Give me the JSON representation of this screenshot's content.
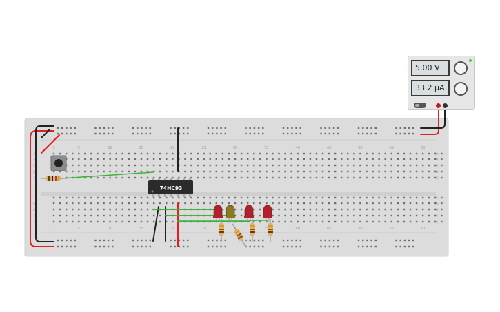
{
  "power_supply": {
    "voltage_display": "5.00 V",
    "current_display": "33.2 µA",
    "indicator_color": "#3bd13b",
    "positive_terminal_color": "#c81c1c",
    "negative_terminal_color": "#333333"
  },
  "breadboard": {
    "column_numbers": [
      "1",
      "5",
      "10",
      "15",
      "20",
      "25",
      "30",
      "35",
      "40",
      "45",
      "50",
      "55",
      "60"
    ],
    "row_letters_top": [
      "A",
      "B",
      "C",
      "D",
      "E"
    ],
    "row_letters_bottom": [
      "F",
      "G",
      "H",
      "I",
      "J"
    ],
    "background_color": "#dcdcdc"
  },
  "chip": {
    "label": "74HC93"
  },
  "leds": [
    {
      "color": "#b3202b"
    },
    {
      "color": "#8a7a1e"
    },
    {
      "color": "#b3202b"
    },
    {
      "color": "#b3202b"
    }
  ],
  "colors": {
    "wire_red": "#e02020",
    "wire_black": "#222222",
    "wire_green": "#3cb43c",
    "resistor_body": "#d9b46a"
  }
}
